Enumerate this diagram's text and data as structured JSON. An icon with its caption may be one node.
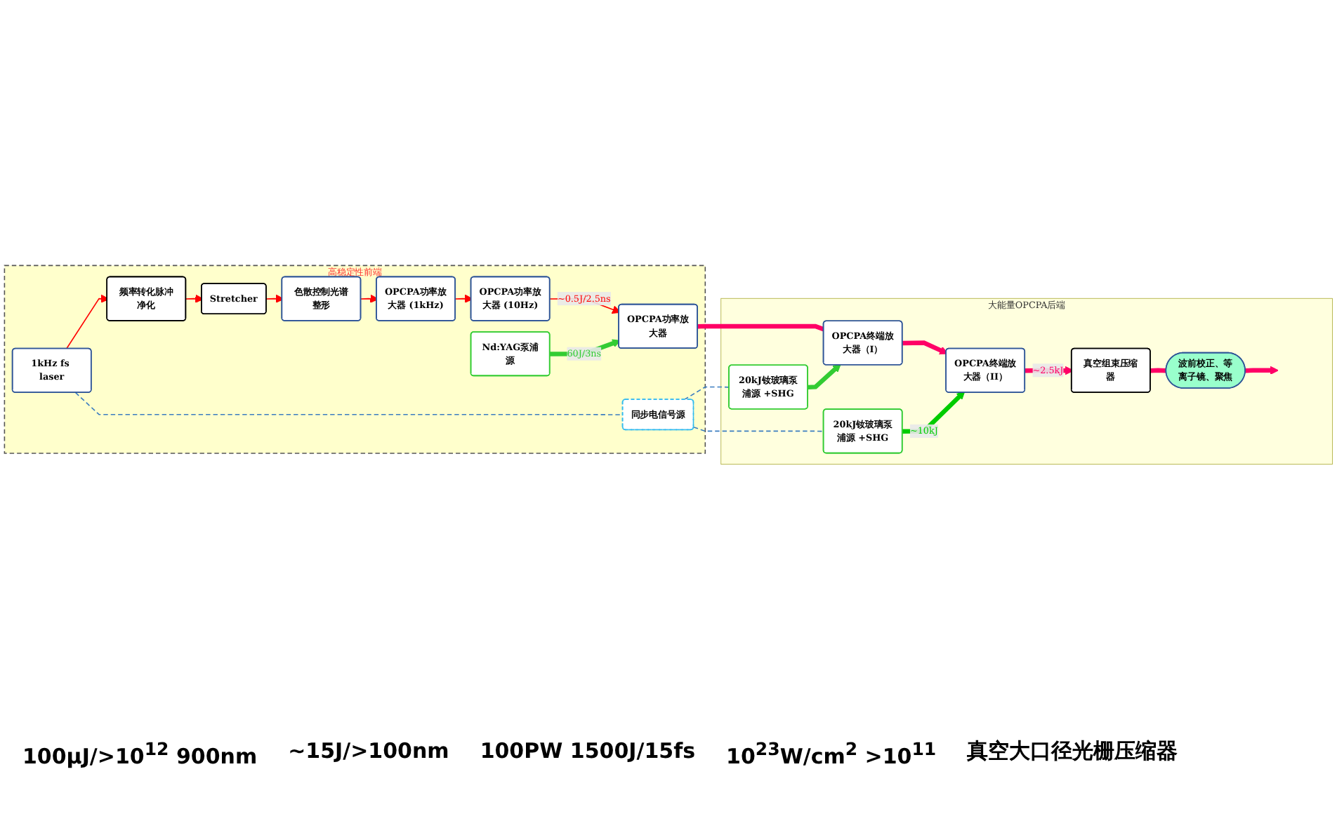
{
  "diagram": {
    "nodes": [
      {
        "text": [
          "高稳定性前端"
        ]
      },
      {
        "text": [
          "1kHz fs laser"
        ],
        "in": 0
      },
      {
        "text": [
          "频率转化脉冲净化"
        ],
        "in": 0
      },
      {
        "text": [
          "Stretcher"
        ],
        "in": 0
      },
      {
        "text": [
          "色散控制光谱整形"
        ],
        "in": 0
      },
      {
        "text": [
          "OPCPA功率放大器 (1kHz)"
        ],
        "in": 0
      },
      {
        "text": [
          "OPCPA功率放大器 (10Hz)"
        ],
        "in": 0
      },
      {
        "text": [
          "同步电信号源"
        ],
        "in": 0
      },
      {
        "text": [
          "Nd:YAG泵浦源"
        ],
        "in": 0
      },
      {
        "text": [
          "OPCPA功率放大器"
        ],
        "in": 0
      },
      {
        "text": [
          "大能量OPCPA后端"
        ]
      },
      {
        "text": [
          "20kJ钕玻璃泵浦源 +SHG"
        ],
        "in": 10
      },
      {
        "text": [
          "OPCPA终端放大器（I）"
        ],
        "in": 10
      },
      {
        "text": [
          "波前校正、等离子镜、聚焦"
        ],
        "in": 10
      },
      {
        "text": [
          "真空组束压缩器"
        ],
        "in": 10
      },
      {
        "text": [
          "OPCPA终端放大器（II）"
        ],
        "in": 10
      },
      {
        "text": [
          "20kJ钕玻璃泵浦源 +SHG"
        ],
        "in": 10
      }
    ],
    "edges": [
      {
        "from": 1,
        "to": 2,
        "arrow": "to"
      },
      {
        "from": 2,
        "to": 3,
        "arrow": "to"
      },
      {
        "from": 3,
        "to": 4,
        "arrow": "to"
      },
      {
        "from": 4,
        "to": 5,
        "arrow": "to"
      },
      {
        "from": 5,
        "to": 6,
        "arrow": "to"
      },
      {
        "from": 6,
        "to": 9,
        "arrow": "to",
        "label": "~0.5J/2.5ns"
      },
      {
        "from": 8,
        "to": 9,
        "arrow": "to",
        "label": "60J/3ns",
        "style": "thick",
        "color": "#33cc33"
      },
      {
        "from": 9,
        "to": 12,
        "arrow": "none",
        "style": "thick",
        "color": "#ff0066"
      },
      {
        "from": 11,
        "to": 12,
        "arrow": "to",
        "style": "thick",
        "color": "#33cc33"
      },
      {
        "from": 12,
        "to": 15,
        "arrow": "to",
        "style": "thick",
        "color": "#ff0066"
      },
      {
        "from": 16,
        "to": 15,
        "arrow": "to",
        "label": "~10kJ",
        "style": "thick",
        "color": "#00cc00"
      },
      {
        "from": 15,
        "to": 14,
        "arrow": "to",
        "label": "~2.5kJ",
        "style": "thick",
        "color": "#ff0066"
      },
      {
        "from": 14,
        "to": 13,
        "arrow": "none",
        "style": "thick",
        "color": "#ff0066"
      },
      {
        "from": 13,
        "to": null,
        "arrow": "to",
        "style": "thick",
        "color": "#ff0066"
      },
      {
        "from": 1,
        "to": 7,
        "arrow": "none",
        "style": "dashed",
        "color": "#3a7cc0"
      },
      {
        "from": 7,
        "to": 11,
        "arrow": "none",
        "style": "dashed",
        "color": "#3a7cc0"
      },
      {
        "from": 7,
        "to": 16,
        "arrow": "none",
        "style": "dashed",
        "color": "#3a7cc0"
      }
    ],
    "labels": [
      "100μJ/>10$^{12}$ 900nm",
      "~15J/>100nm",
      "100PW 1500J/15fs",
      "10$^{23}$W/cm$^{2}$ >10$^{11}$",
      "真空大口径光栅压缩器"
    ]
  }
}
